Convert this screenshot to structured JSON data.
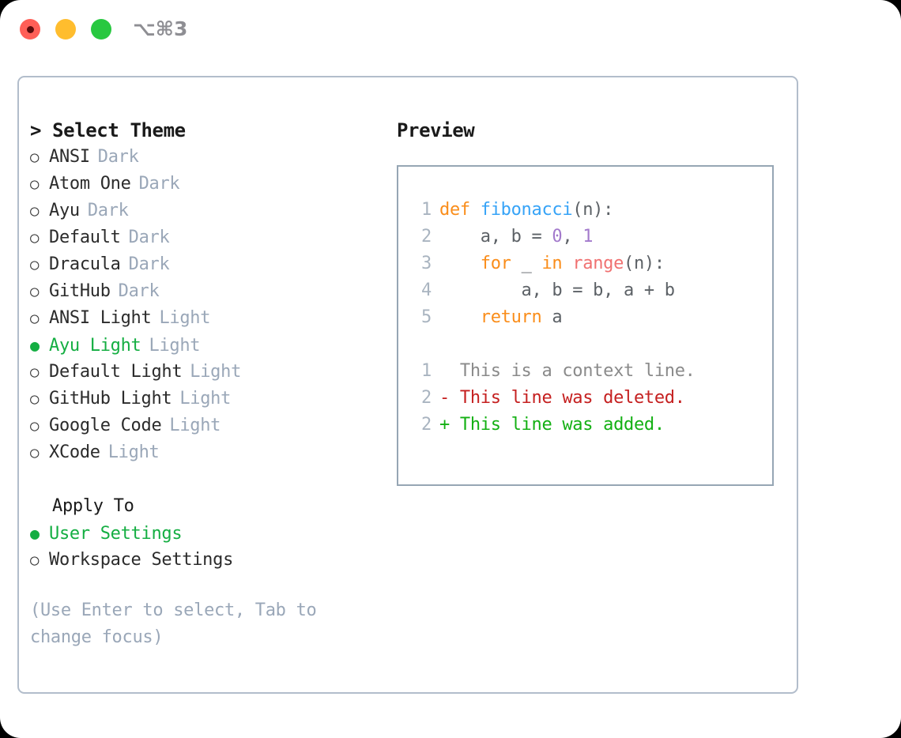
{
  "titlebar": {
    "shortcut": "⌥⌘3",
    "buttons": [
      {
        "name": "close",
        "color": "#ff5f57"
      },
      {
        "name": "minimize",
        "color": "#ffbd2e"
      },
      {
        "name": "maximize",
        "color": "#28c840"
      }
    ]
  },
  "theme_picker": {
    "heading": "> Select Theme",
    "bullet_unselected": "○",
    "bullet_selected": "●",
    "items": [
      {
        "bullet": "○",
        "name": "ANSI",
        "suffix": "Dark",
        "selected": false
      },
      {
        "bullet": "○",
        "name": "Atom One",
        "suffix": "Dark",
        "selected": false
      },
      {
        "bullet": "○",
        "name": "Ayu",
        "suffix": "Dark",
        "selected": false
      },
      {
        "bullet": "○",
        "name": "Default",
        "suffix": "Dark",
        "selected": false
      },
      {
        "bullet": "○",
        "name": "Dracula",
        "suffix": "Dark",
        "selected": false
      },
      {
        "bullet": "○",
        "name": "GitHub",
        "suffix": "Dark",
        "selected": false
      },
      {
        "bullet": "○",
        "name": "ANSI Light",
        "suffix": "Light",
        "selected": false
      },
      {
        "bullet": "●",
        "name": "Ayu Light",
        "suffix": "Light",
        "selected": true
      },
      {
        "bullet": "○",
        "name": "Default Light",
        "suffix": "Light",
        "selected": false
      },
      {
        "bullet": "○",
        "name": "GitHub Light",
        "suffix": "Light",
        "selected": false
      },
      {
        "bullet": "○",
        "name": "Google Code",
        "suffix": "Light",
        "selected": false
      },
      {
        "bullet": "○",
        "name": "XCode",
        "suffix": "Light",
        "selected": false
      }
    ]
  },
  "apply_to": {
    "label": "Apply To",
    "items": [
      {
        "bullet": "●",
        "name": "User Settings",
        "selected": true
      },
      {
        "bullet": "○",
        "name": "Workspace Settings",
        "selected": false
      }
    ]
  },
  "hint": "(Use Enter to select, Tab to change focus)",
  "preview": {
    "title": "Preview",
    "code_lines": [
      {
        "number": "1",
        "tokens": [
          {
            "text": "def ",
            "type": "kw"
          },
          {
            "text": "fibonacci",
            "type": "fn"
          },
          {
            "text": "(n):",
            "type": "pl"
          }
        ]
      },
      {
        "number": "2",
        "tokens": [
          {
            "text": "    a, b = ",
            "type": "pl"
          },
          {
            "text": "0",
            "type": "num"
          },
          {
            "text": ", ",
            "type": "pl"
          },
          {
            "text": "1",
            "type": "num"
          }
        ]
      },
      {
        "number": "3",
        "tokens": [
          {
            "text": "    ",
            "type": "pl"
          },
          {
            "text": "for",
            "type": "kw"
          },
          {
            "text": " _ ",
            "type": "pl"
          },
          {
            "text": "in",
            "type": "kw"
          },
          {
            "text": " ",
            "type": "pl"
          },
          {
            "text": "range",
            "type": "bi"
          },
          {
            "text": "(n):",
            "type": "pl"
          }
        ]
      },
      {
        "number": "4",
        "tokens": [
          {
            "text": "        a, b = b, a + b",
            "type": "pl"
          }
        ]
      },
      {
        "number": "5",
        "tokens": [
          {
            "text": "    ",
            "type": "pl"
          },
          {
            "text": "return",
            "type": "kw"
          },
          {
            "text": " a",
            "type": "pl"
          }
        ]
      }
    ],
    "diff_lines": [
      {
        "number": "1",
        "marker": "  ",
        "text": "This is a context line.",
        "type": "ctx"
      },
      {
        "number": "2",
        "marker": "- ",
        "text": "This line was deleted.",
        "type": "del"
      },
      {
        "number": "2",
        "marker": "+ ",
        "text": "This line was added.",
        "type": "add"
      }
    ]
  },
  "colors": {
    "accent_green": "#14ae42",
    "muted": "#9aa7b8",
    "border": "#b2bdcb",
    "preview_border": "#96a6b4",
    "keyword": "#fa8d1a",
    "function": "#36a3f7",
    "number": "#a37acc",
    "builtin": "#f07171",
    "plain": "#5c6166",
    "diff_del": "#c52020",
    "diff_add": "#13b013"
  }
}
